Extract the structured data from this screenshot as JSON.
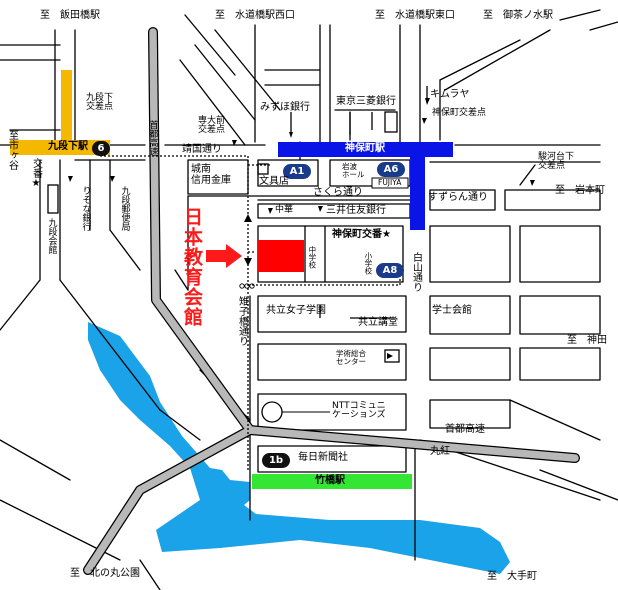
{
  "directions": {
    "iidabashi": "至　飯田橋駅",
    "suidobashi_west": "至　水道橋駅西口",
    "suidobashi_east": "至　水道橋駅東口",
    "ochanomizu": "至　御茶ノ水駅",
    "ichigaya": "至市ヶ谷",
    "iwamotocho": "至　岩本町",
    "kanda": "至　神田",
    "kitanomaru": "至　北の丸公園",
    "otemachi": "至　大手町"
  },
  "stations": {
    "kudanshita": "九段下駅",
    "jimbocho": "神保町駅",
    "takebashi": "竹橋駅"
  },
  "exits": {
    "e6": "6",
    "a1": "A1",
    "a6": "A6",
    "a8": "A8",
    "e1b": "1b"
  },
  "intersections": {
    "kudanshita": "九段下\n交差点",
    "sendaimae": "専大前\n交差点",
    "jimbocho": "神保町交差点",
    "surugadai": "駿河台下\n交差点"
  },
  "streets": {
    "yasukuni": "靖国通り",
    "sakura": "さくら通り",
    "suzuran": "すずらん通り",
    "hakusan": "白山通り",
    "kijibashi": "雉子橋通り",
    "shuto": "首都高速",
    "shuto_vertical": "首都高速"
  },
  "landmarks": {
    "mizuho": "みずほ銀行",
    "mufg": "東京三菱銀行",
    "kimuraya": "キムラヤ",
    "johnan": "城南\n信用金庫",
    "bunguten": "文具店",
    "iwanami": "岩波\nホール",
    "fujiya": "FUJIYA",
    "chuka": "中華",
    "sumitomo": "三井住友銀行",
    "koban": "神保町交番★",
    "jhs": "中学校",
    "elem": "小学校",
    "kyoritsu_school": "共立女子学園",
    "kyoritsu_hall": "共立講堂",
    "gakushi": "学士会館",
    "nii": "学術総合\nセンター",
    "ntt": "NTTコミュニ\nケーションズ",
    "mainichi": "毎日新聞社",
    "marubeni": "丸紅",
    "resona": "りそな銀行",
    "post": "九段郵便局",
    "kaikan": "九段会館",
    "koban_west": "交番★"
  },
  "destination": "日本教育会館",
  "colors": {
    "water": "#1aa3e8",
    "kudanshita_line": "#f5b800",
    "jimbocho_line": "#0a14e6",
    "takebashi_line": "#33e633",
    "target": "#ff0000",
    "expressway": "#b8b8b8"
  }
}
